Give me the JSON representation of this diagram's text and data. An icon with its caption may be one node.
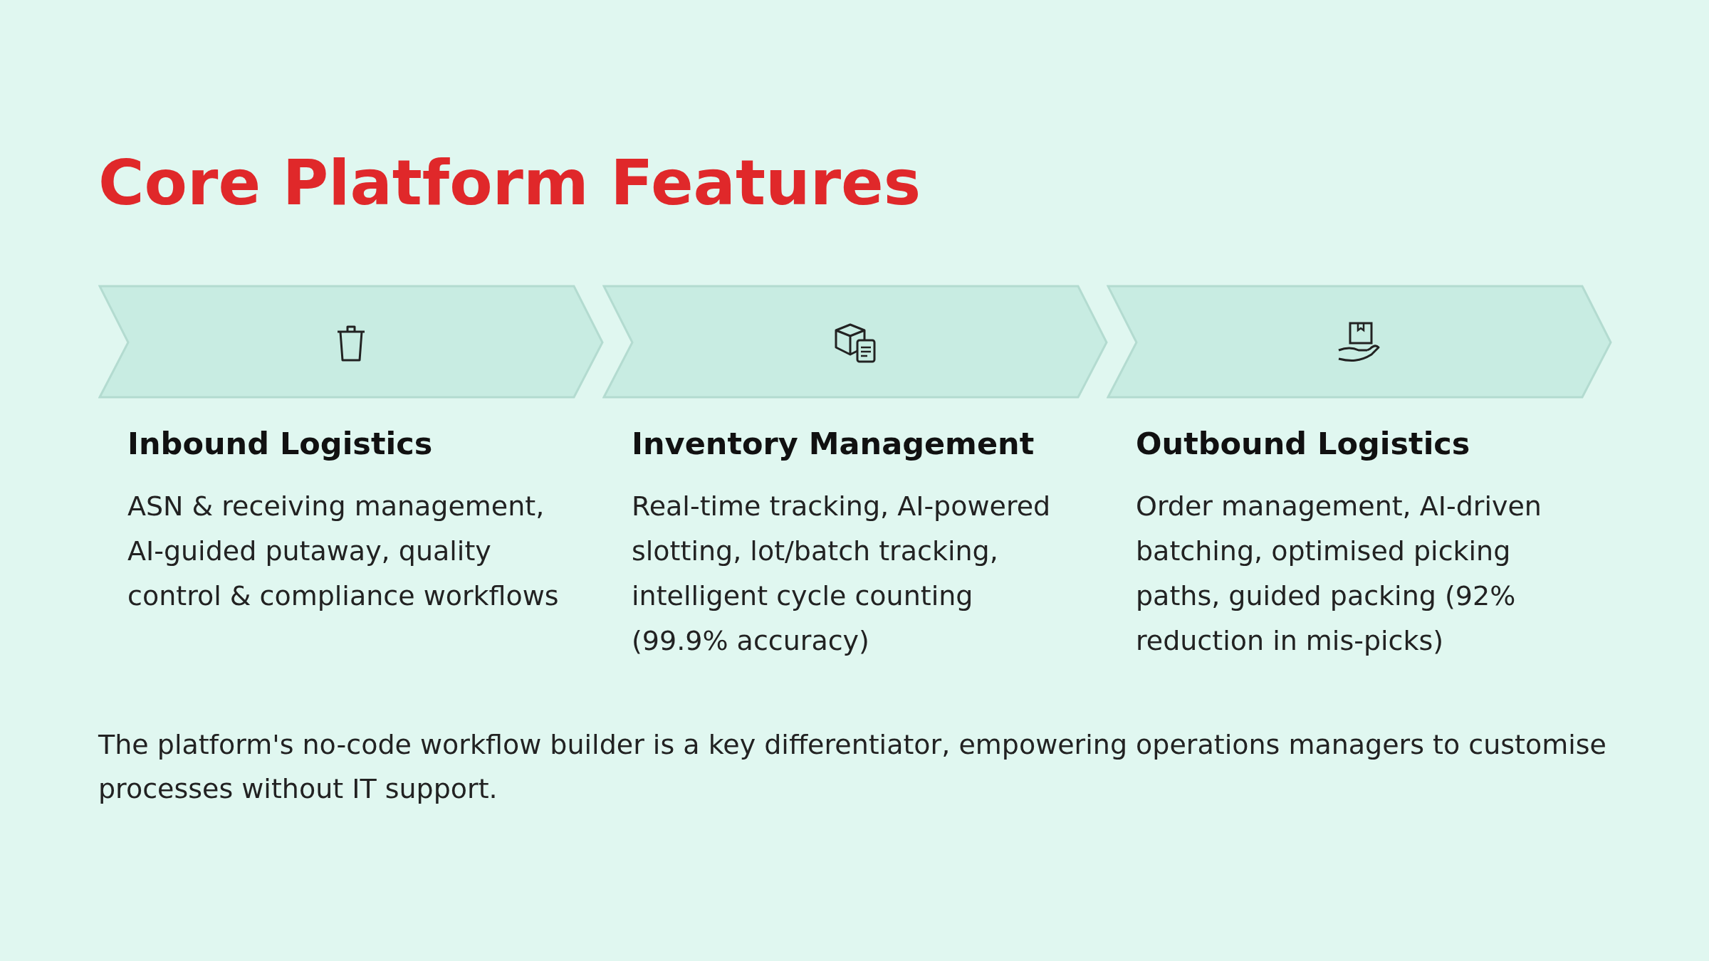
{
  "diagram": {
    "title": "Core Platform Features",
    "nodes": [
      {
        "text": [
          "Inbound Logistics",
          "ASN & receiving management, AI-guided putaway, quality control & compliance workflows"
        ]
      },
      {
        "text": [
          "Inventory Management",
          "Real-time tracking, AI-powered slotting, lot/batch tracking, intelligent cycle counting (99.9% accuracy)"
        ]
      },
      {
        "text": [
          "Outbound Logistics",
          "Order management, AI-driven batching, optimised picking paths, guided packing (92% reduction in mis-picks)"
        ]
      }
    ],
    "caption": "The platform's no-code workflow builder is a key differentiator, empowering operations managers to customise processes without IT support."
  }
}
